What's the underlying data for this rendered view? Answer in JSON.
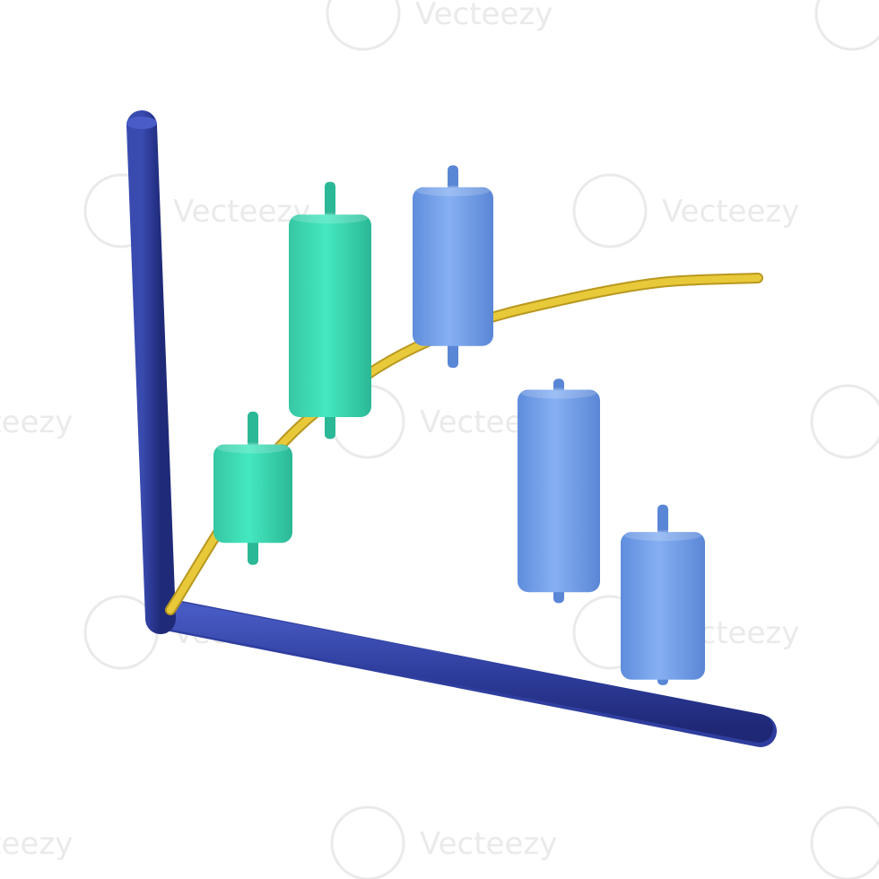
{
  "watermark": {
    "text": "Vecteezy"
  },
  "chart_data": {
    "type": "candlestick",
    "title": "",
    "xlabel": "",
    "ylabel": "",
    "grid": false,
    "legend": "none",
    "colors": {
      "up": "#2fd9b0",
      "down": "#6f9fe8",
      "axis": "#2f3e9e",
      "trend": "#e8c93a"
    },
    "candles": [
      {
        "open": 27,
        "close": 45,
        "high": 51,
        "low": 23,
        "direction": "up"
      },
      {
        "open": 50,
        "close": 87,
        "high": 93,
        "low": 46,
        "direction": "up"
      },
      {
        "open": 63,
        "close": 92,
        "high": 96,
        "low": 59,
        "direction": "down"
      },
      {
        "open": 18,
        "close": 55,
        "high": 57,
        "low": 16,
        "direction": "down"
      },
      {
        "open": 2,
        "close": 29,
        "high": 34,
        "low": 1,
        "direction": "down"
      }
    ],
    "trend_line": {
      "x": [
        0,
        1,
        2,
        3,
        4,
        5,
        6
      ],
      "y": [
        0,
        34,
        53,
        64,
        70,
        74,
        75
      ]
    }
  }
}
